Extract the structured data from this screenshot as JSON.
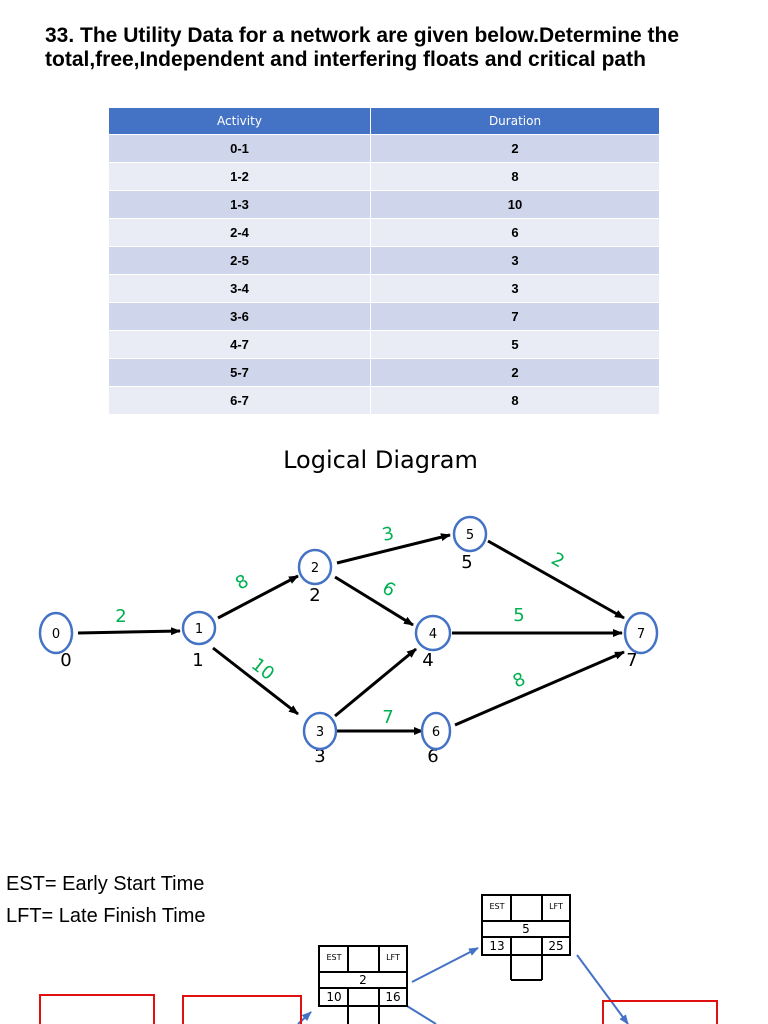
{
  "question": "33. The Utility Data for a network are given below.Determine the total,free,Independent and interfering floats and critical path",
  "table": {
    "headers": [
      "Activity",
      "Duration"
    ],
    "rows": [
      [
        "0-1",
        "2"
      ],
      [
        "1-2",
        "8"
      ],
      [
        "1-3",
        "10"
      ],
      [
        "2-4",
        "6"
      ],
      [
        "2-5",
        "3"
      ],
      [
        "3-4",
        "3"
      ],
      [
        "3-6",
        "7"
      ],
      [
        "4-7",
        "5"
      ],
      [
        "5-7",
        "2"
      ],
      [
        "6-7",
        "8"
      ]
    ]
  },
  "diagram_title": "Logical Diagram",
  "nodes": [
    "0",
    "1",
    "2",
    "3",
    "4",
    "5",
    "6",
    "7"
  ],
  "edge_labels": {
    "e01": "2",
    "e12": "8",
    "e13": "10",
    "e24": "6",
    "e25": "3",
    "e34": "",
    "e36": "7",
    "e47": "5",
    "e57": "2",
    "e67": "8"
  },
  "legend": {
    "est": "EST= Early Start Time",
    "lft": "LFT= Late Finish Time"
  },
  "box_node2": {
    "est_label": "EST",
    "lft_label": "LFT",
    "node": "2",
    "est": "10",
    "lft": "16"
  },
  "box_node5": {
    "est_label": "EST",
    "lft_label": "LFT",
    "node": "5",
    "est": "13",
    "lft": "25"
  },
  "colors": {
    "node_stroke": "#4472c4",
    "edge_label": "#00b050",
    "header": "#4472c4",
    "red": "#e01010"
  }
}
